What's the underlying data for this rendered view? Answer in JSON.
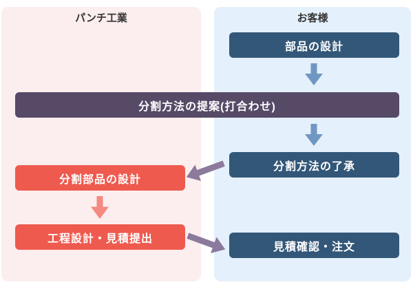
{
  "diagram": {
    "type": "flowchart",
    "lanes": [
      {
        "label": "パンチ工業",
        "bg_color": "#fceeee"
      },
      {
        "label": "お客様",
        "bg_color": "#e4f0fb"
      }
    ],
    "nodes": [
      {
        "label": "部品の設計",
        "lane": "お客様",
        "color": "#335778"
      },
      {
        "label": "分割方法の提案(打合わせ)",
        "lane": "パンチ工業・お客様",
        "color": "#564a67"
      },
      {
        "label": "分割方法の了承",
        "lane": "お客様",
        "color": "#335778"
      },
      {
        "label": "分割部品の設計",
        "lane": "パンチ工業",
        "color": "#ee5a4e"
      },
      {
        "label": "工程設計・見積提出",
        "lane": "パンチ工業",
        "color": "#ee5a4e"
      },
      {
        "label": "見積確認・注文",
        "lane": "お客様",
        "color": "#335778"
      }
    ],
    "arrows": [
      {
        "from": "部品の設計",
        "to": "分割方法の提案(打合わせ)",
        "direction": "down",
        "color": "#6f97c2"
      },
      {
        "from": "分割方法の提案(打合わせ)",
        "to": "分割方法の了承",
        "direction": "down",
        "color": "#6f97c2"
      },
      {
        "from": "分割方法の了承",
        "to": "分割部品の設計",
        "direction": "left",
        "color": "#8c7a9c"
      },
      {
        "from": "分割部品の設計",
        "to": "工程設計・見積提出",
        "direction": "down",
        "color": "#f48a80"
      },
      {
        "from": "工程設計・見積提出",
        "to": "見積確認・注文",
        "direction": "right",
        "color": "#8c7a9c"
      }
    ],
    "colors": {
      "navy_box": "#335778",
      "purple_box": "#564a67",
      "red_box": "#ee5a4e",
      "blue_arrow": "#6f97c2",
      "red_arrow": "#f48a80",
      "purple_arrow": "#8c7a9c",
      "header_text": "#333333",
      "node_text": "#ffffff"
    }
  }
}
